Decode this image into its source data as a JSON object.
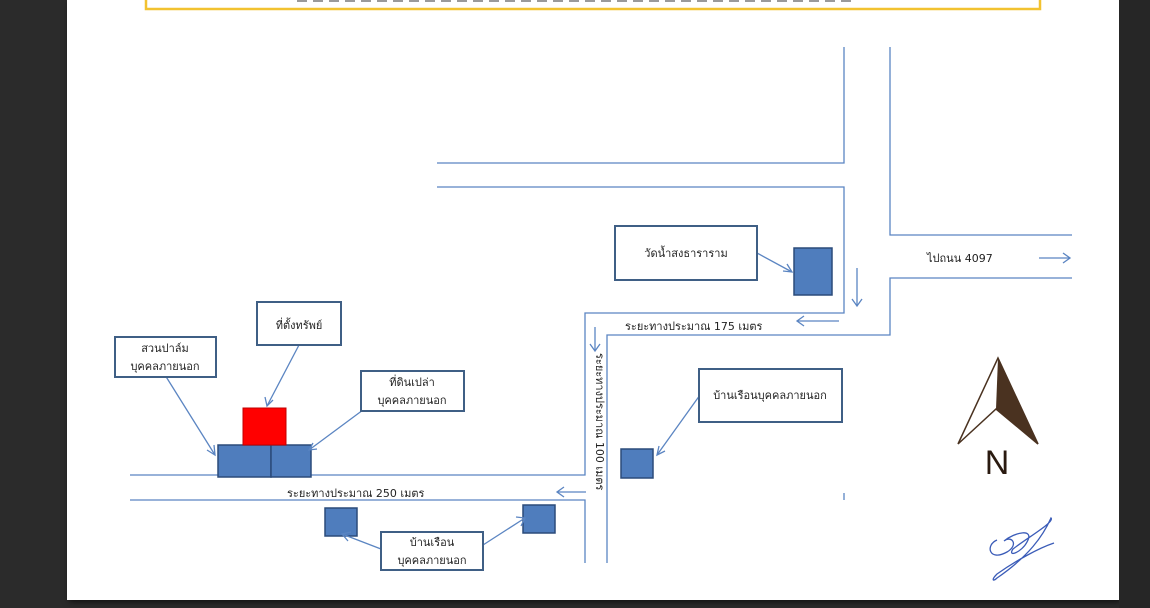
{
  "labels": {
    "property_site": "ที่ตั้งทรัพย์",
    "garden_line1": "สวนปาล์ม",
    "garden_line2": "บุคคลภายนอก",
    "vacant_line1": "ที่ดินเปล่า",
    "vacant_line2": "บุคคลภายนอก",
    "temple": "วัดน้ำสงธาราราม",
    "house_right": "บ้านเรือนบุคคลภายนอก",
    "house_bottom_line1": "บ้านเรือน",
    "house_bottom_line2": "บุคคลภายนอก",
    "to_road": "ไปถนน 4097",
    "dist_175": "ระยะทางประมาณ 175 เมตร",
    "dist_250": "ระยะทางประมาณ 250 เมตร",
    "dist_100": "ระยะทางประมาณ 100 เมตร",
    "north": "N"
  },
  "colors": {
    "road": "#5b85c2",
    "building": "#4f7dbd",
    "property": "#ff0000",
    "label_border": "#3f5f85",
    "banner_border": "#f2c230",
    "north_arrow": "#4a3220"
  }
}
